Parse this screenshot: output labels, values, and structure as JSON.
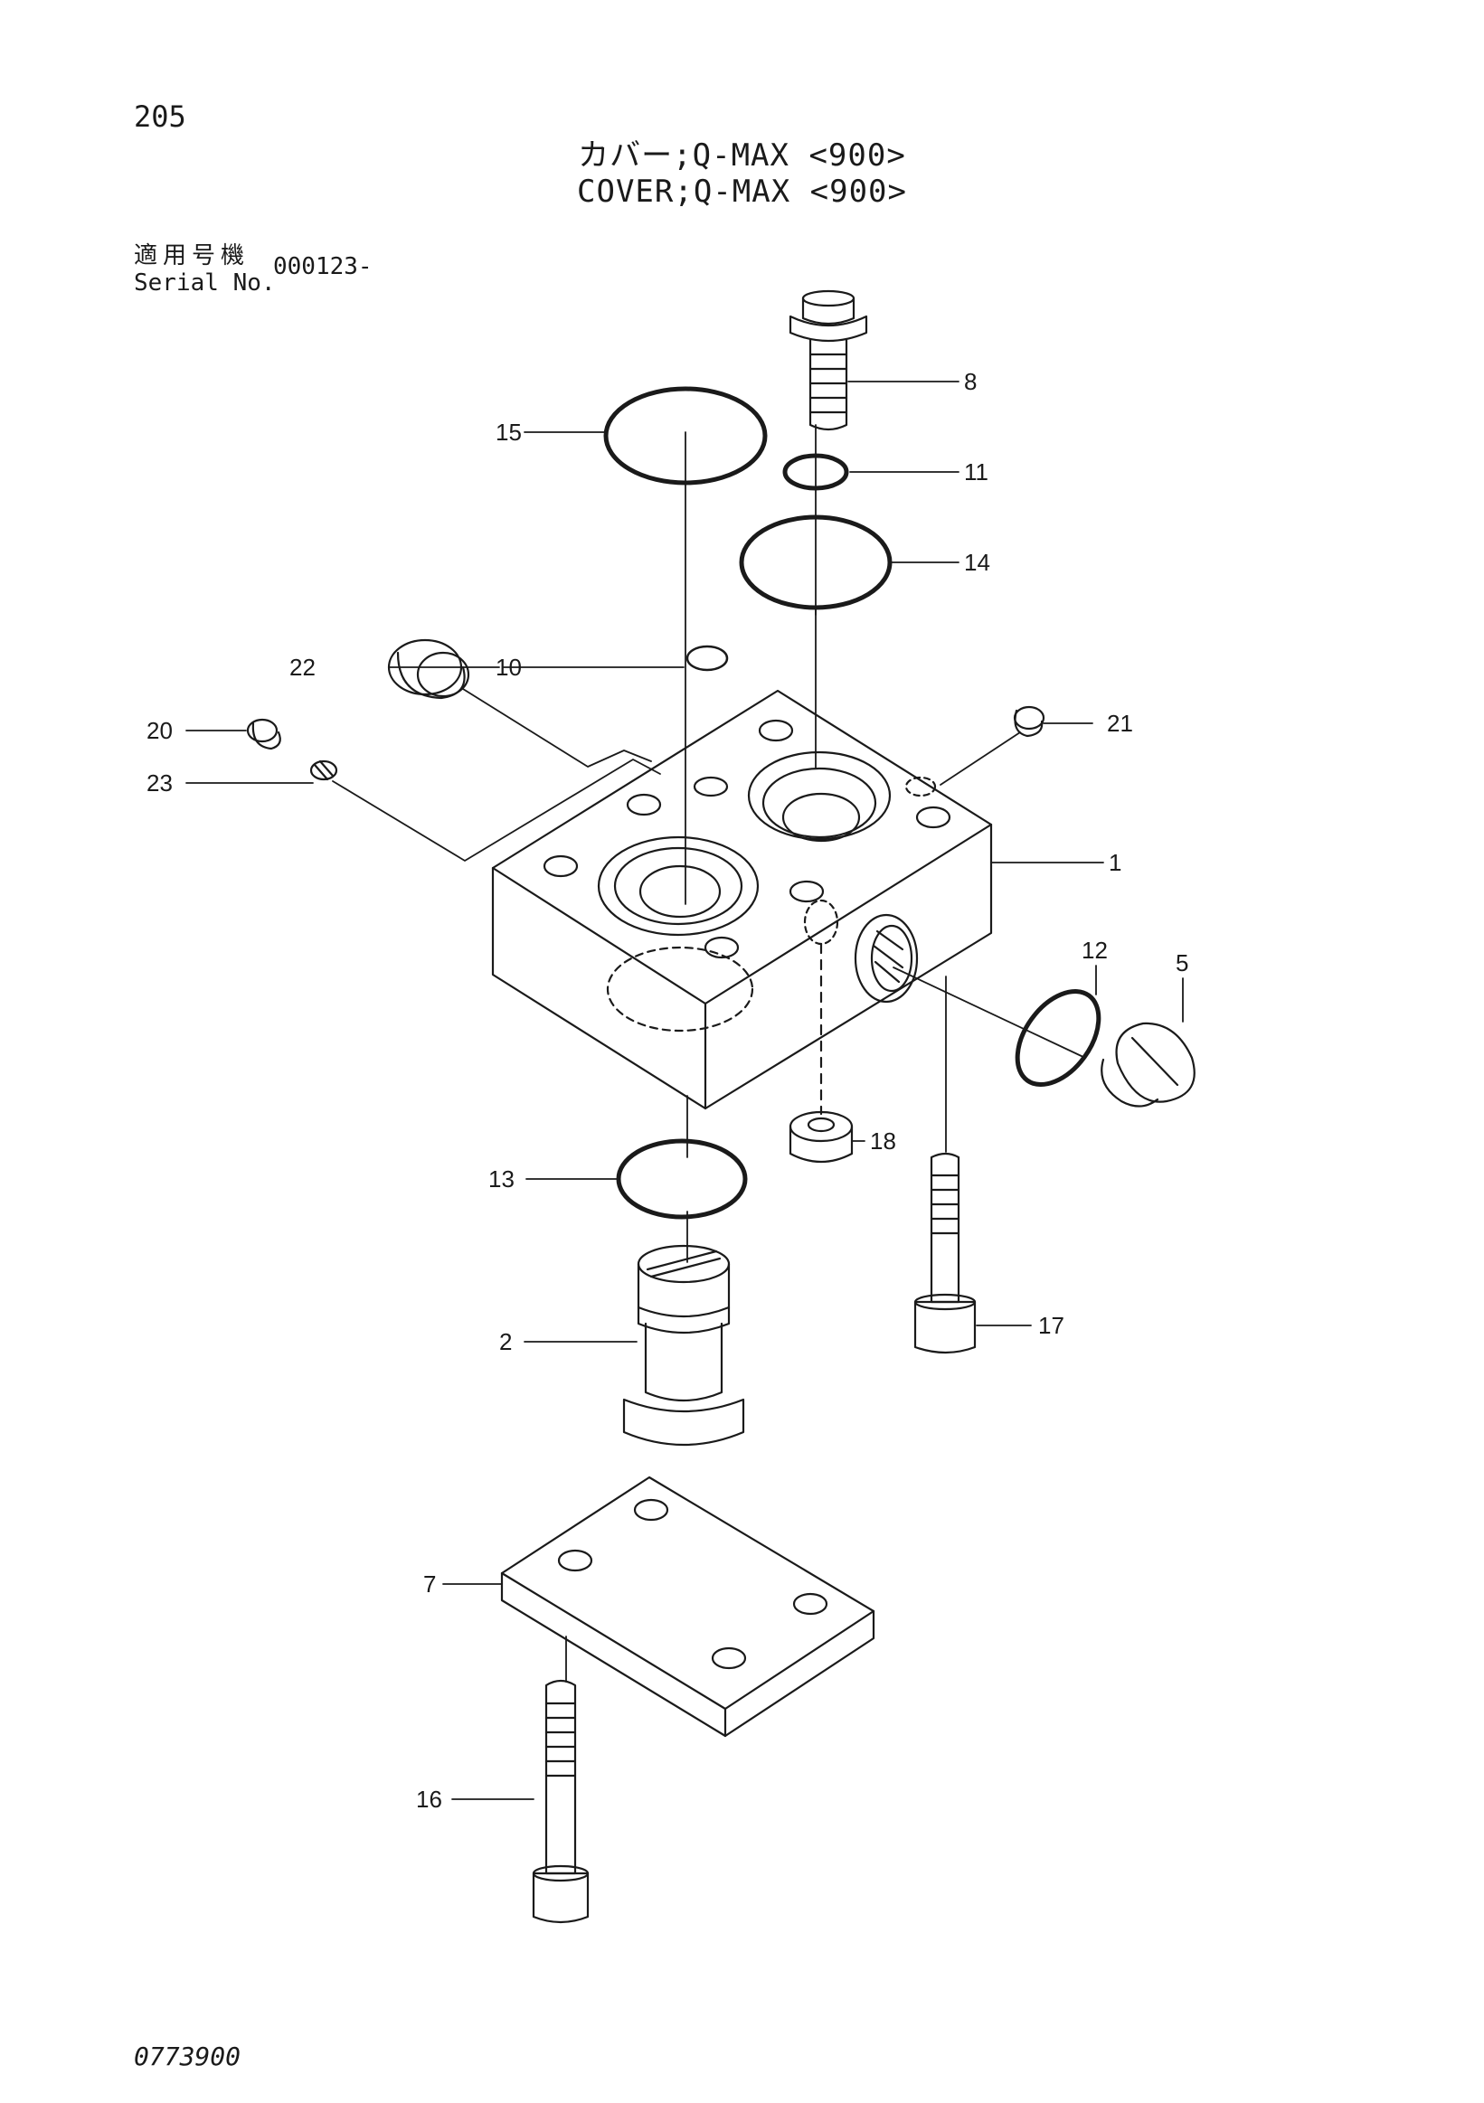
{
  "page": {
    "number": "205",
    "title_jp": "カバー;Q-MAX <900>",
    "title_en": "COVER;Q-MAX <900>",
    "serial_label_jp": "適用号機",
    "serial_label_en": "Serial No.",
    "serial_value": "000123-",
    "drawing_number": "0773900"
  },
  "callouts": [
    {
      "id": "1",
      "text": "1"
    },
    {
      "id": "2",
      "text": "2"
    },
    {
      "id": "5",
      "text": "5"
    },
    {
      "id": "7",
      "text": "7"
    },
    {
      "id": "8",
      "text": "8"
    },
    {
      "id": "10",
      "text": "10"
    },
    {
      "id": "11",
      "text": "11"
    },
    {
      "id": "12",
      "text": "12"
    },
    {
      "id": "13",
      "text": "13"
    },
    {
      "id": "14",
      "text": "14"
    },
    {
      "id": "15",
      "text": "15"
    },
    {
      "id": "16",
      "text": "16"
    },
    {
      "id": "17",
      "text": "17"
    },
    {
      "id": "18",
      "text": "18"
    },
    {
      "id": "20",
      "text": "20"
    },
    {
      "id": "21",
      "text": "21"
    },
    {
      "id": "22",
      "text": "22"
    },
    {
      "id": "23",
      "text": "23"
    }
  ]
}
